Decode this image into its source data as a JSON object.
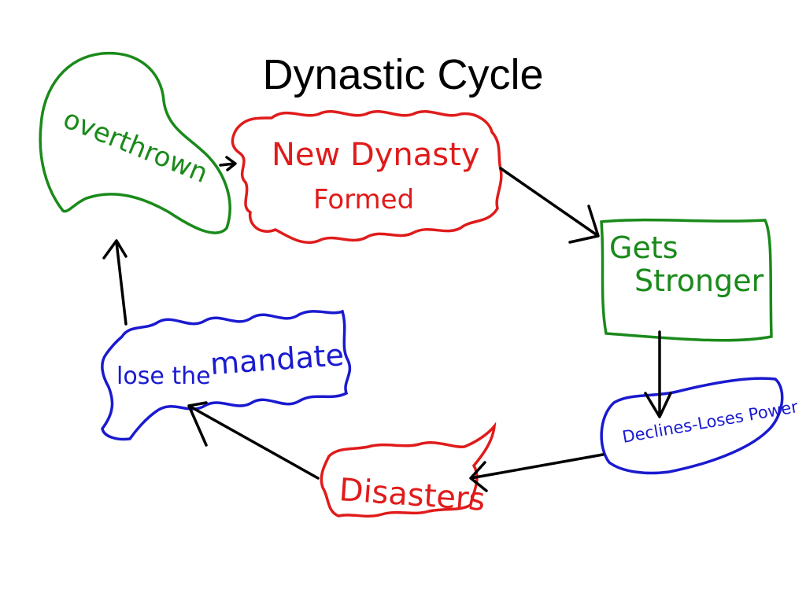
{
  "title": "Dynastic Cycle",
  "colors": {
    "green": "#1a8a1a",
    "red": "#e01b1b",
    "blue": "#1a1ad0",
    "arrow": "#000000"
  },
  "nodes": {
    "overthrown": "overthrown",
    "new_dynasty_line1": "New Dynasty",
    "new_dynasty_line2": "Formed",
    "gets_stronger_line1": "Gets",
    "gets_stronger_line2": "Stronger",
    "declines": "Declines-Loses Power",
    "disasters": "Disasters",
    "lose_mandate_part1": "lose the",
    "lose_mandate_part2": "mandate"
  }
}
